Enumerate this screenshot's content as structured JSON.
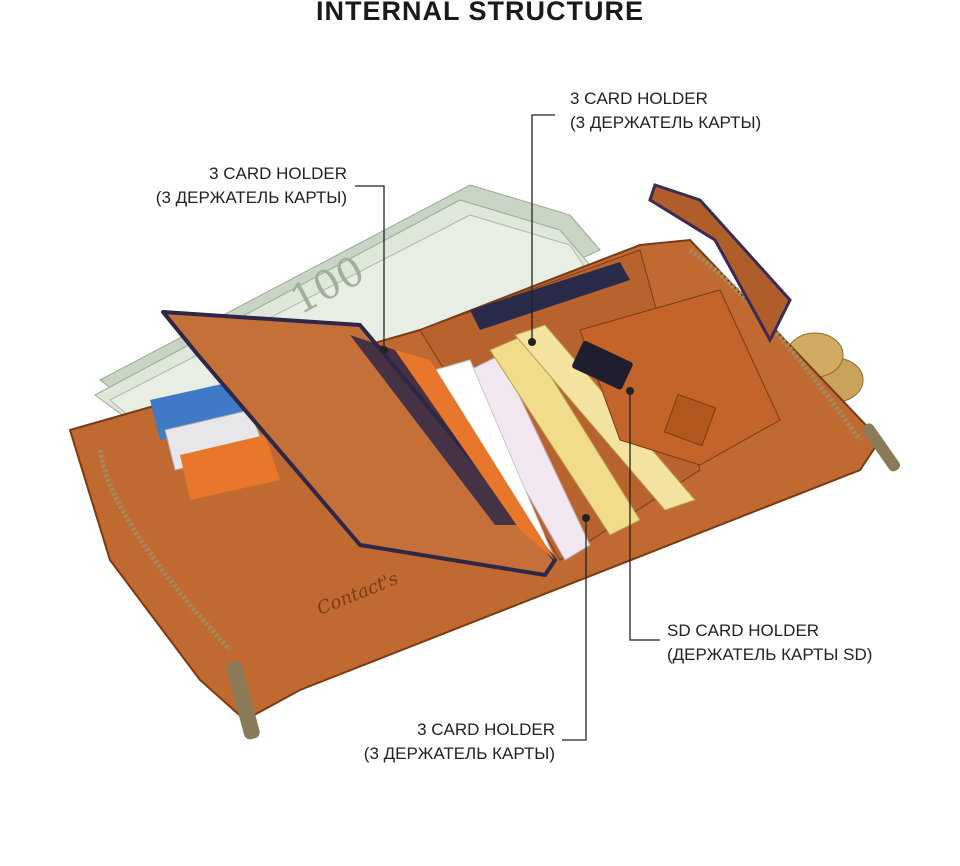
{
  "title": "INTERNAL STRUCTURE",
  "callouts": [
    {
      "line1": "3 CARD HOLDER",
      "line2": "(3 ДЕРЖАТЕЛЬ КАРТЫ)"
    },
    {
      "line1": "3 CARD HOLDER",
      "line2": "(3 ДЕРЖАТЕЛЬ КАРТЫ)"
    },
    {
      "line1": "SD CARD HOLDER",
      "line2": "(ДЕРЖАТЕЛЬ КАРТЫ SD)"
    },
    {
      "line1": "3 CARD HOLDER",
      "line2": "(3 ДЕРЖАТЕЛЬ КАРТЫ)"
    }
  ],
  "colors": {
    "leather": "#c06a32",
    "leather_dark": "#8c4317",
    "banknote": "#d9e3d4",
    "card_yellow": "#f0dc8a",
    "card_orange": "#e8772c",
    "coin": "#c9a35a"
  }
}
